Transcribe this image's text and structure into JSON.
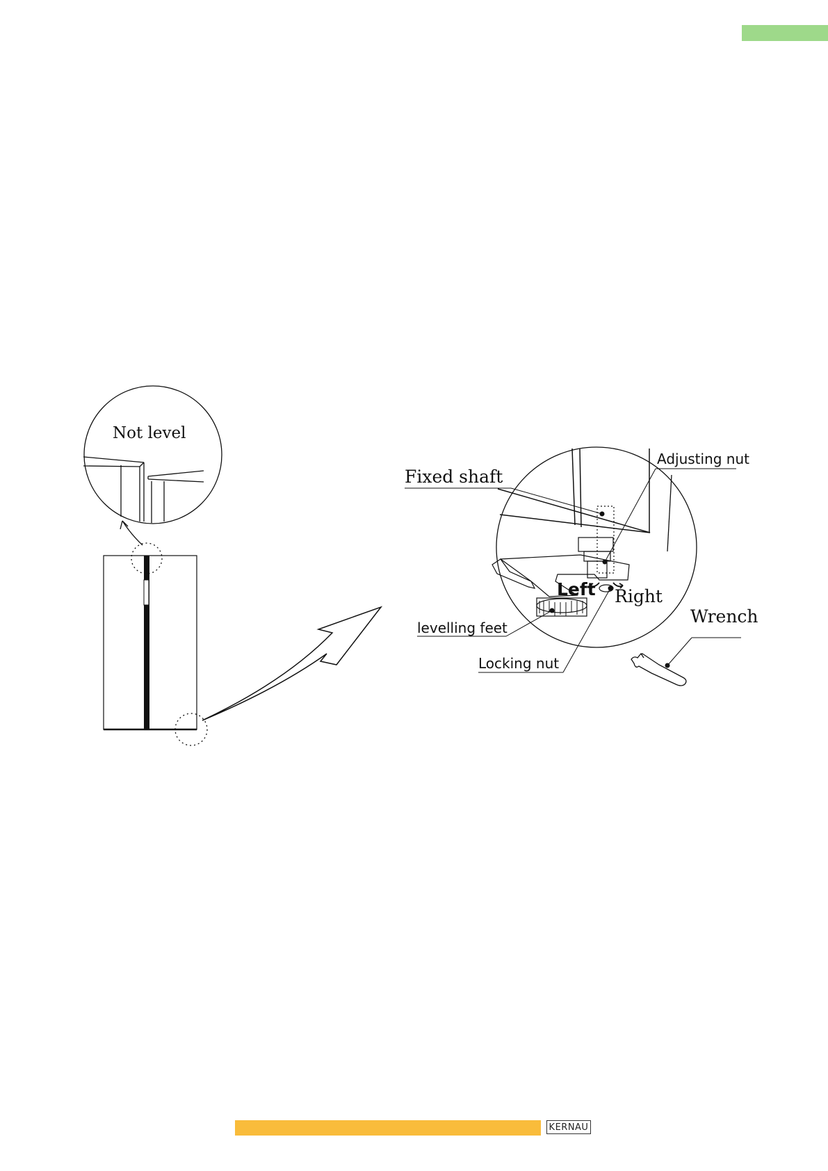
{
  "colors": {
    "tab_accent": "#9ED98A",
    "footer_accent": "#F9BC3B",
    "line": "#111111"
  },
  "header": {
    "tab_color": "#9ED98A"
  },
  "figure_left": {
    "magnified_label": "Not level"
  },
  "figure_right": {
    "labels": {
      "fixed_shaft": "Fixed shaft",
      "adjusting_nut": "Adjusting nut",
      "left": "Left",
      "right": "Right",
      "wrench": "Wrench",
      "levelling_feet": "levelling feet",
      "locking_nut": "Locking nut"
    }
  },
  "footer": {
    "brand": "KERNAU"
  }
}
